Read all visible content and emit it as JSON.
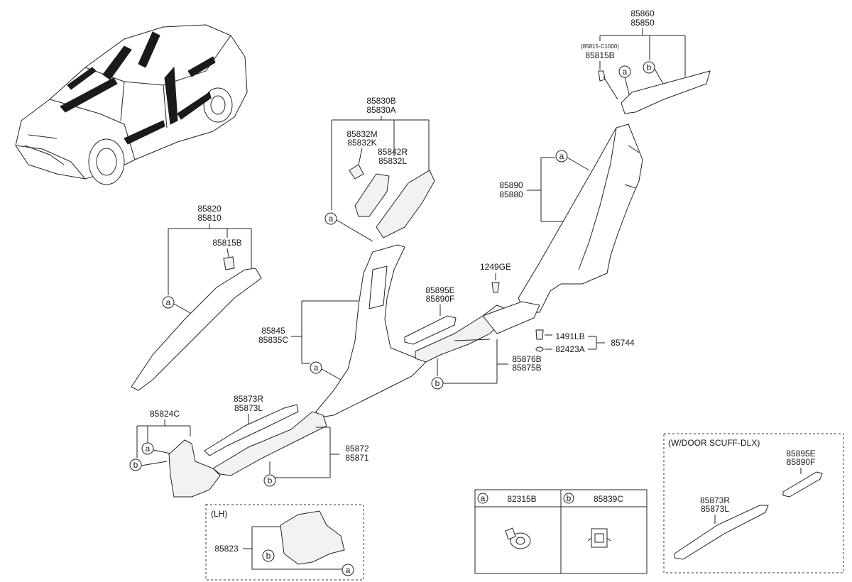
{
  "labels": {
    "p85860": "85860",
    "p85850": "85850",
    "p85815_c1000": "(85815-C1000)",
    "p85815b_top": "85815B",
    "p85830b": "85830B",
    "p85830a": "85830A",
    "p85832m": "85832M",
    "p85832k": "85832K",
    "p85842r": "85842R",
    "p85832l": "85832L",
    "p85890": "85890",
    "p85880": "85880",
    "p85820": "85820",
    "p85810": "85810",
    "p85815b": "85815B",
    "p1249ge": "1249GE",
    "p85895e": "85895E",
    "p85890f": "85890F",
    "p85845": "85845",
    "p85835c": "85835C",
    "p1491lb": "1491LB",
    "p82423a": "82423A",
    "p85744": "85744",
    "p85876b": "85876B",
    "p85875b": "85875B",
    "p85824c": "85824C",
    "p85873r": "85873R",
    "p85873l": "85873L",
    "p85872": "85872",
    "p85871": "85871",
    "lh": "(LH)",
    "p85823": "85823",
    "p82315b": "82315B",
    "p85839c": "85839C",
    "scuff_title": "(W/DOOR SCUFF-DLX)",
    "scuff_85895e": "85895E",
    "scuff_85890f": "85890F",
    "scuff_85873r": "85873R",
    "scuff_85873l": "85873L"
  },
  "callouts": {
    "a": "a",
    "b": "b"
  }
}
